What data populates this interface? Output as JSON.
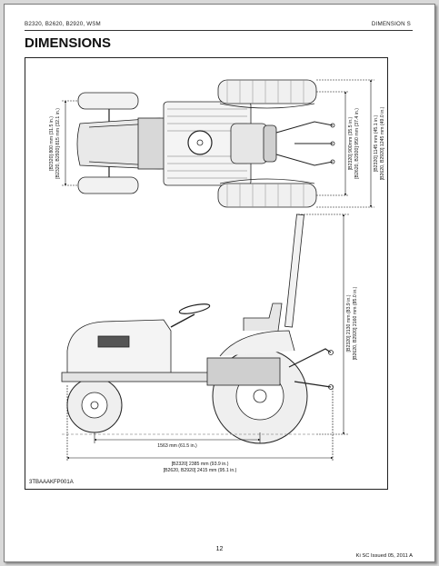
{
  "header": {
    "left": "B2320, B2620, B2920, WSM",
    "right": "DIMENSION S"
  },
  "title": "DIMENSIONS",
  "figure": {
    "code": "3TBAAAKFP001A",
    "top_view_dims": {
      "front_track_1": "[B2320] 800 mm (31.5 in.)",
      "front_track_2": "[B2320, B2920] 815 mm (32.1 in.)",
      "rear_track_a1": "[B2320] 900mm (35.5 in.)",
      "rear_track_a2": "[B2620, B2920] 950 mm (37.4 in.)",
      "rear_width_1": "[B2320] 1145 mm (45.1 in.)",
      "rear_width_2": "[B2620, B2920] 1245 mm (49.0 in.)"
    },
    "side_view_dims": {
      "height_1": "[B2320] 2130 mm (83.9 in.)",
      "height_2": "[B2620, B2920] 2160 mm (85.0 in.)",
      "wheelbase": "1563 mm (61.5 in.)",
      "length_1": "[B2320] 2385 mm (93.9 in.)",
      "length_2": "[B2620, B2920] 2415 mm (95.1 in.)"
    }
  },
  "footer": {
    "page_number": "12",
    "issued": "Ki SC Issued 05, 2011 A"
  }
}
